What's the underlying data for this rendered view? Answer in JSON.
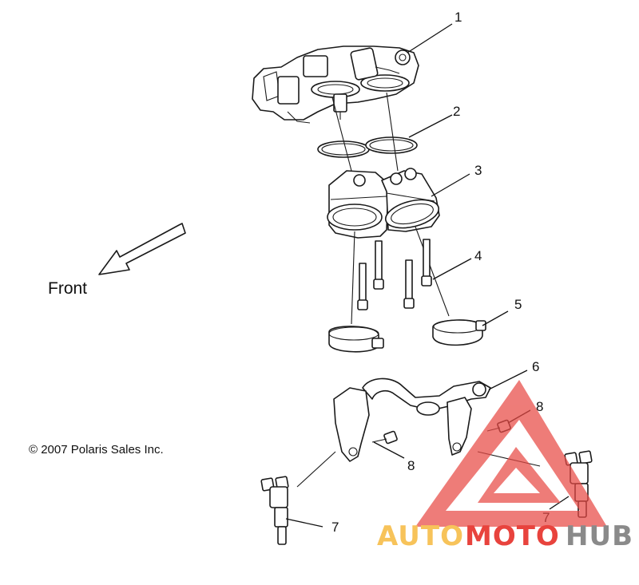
{
  "diagram": {
    "callouts": [
      "1",
      "2",
      "3",
      "4",
      "5",
      "6",
      "7",
      "7",
      "8",
      "8"
    ],
    "front_label": "Front",
    "copyright": "© 2007 Polaris Sales Inc."
  },
  "watermark": {
    "part_auto": "AUTO",
    "part_moto": "MOTO",
    "part_hub": "HUB",
    "color_auto": "#f7c35a",
    "color_moto": "#e8433d",
    "color_hub": "#8a8a8a"
  }
}
